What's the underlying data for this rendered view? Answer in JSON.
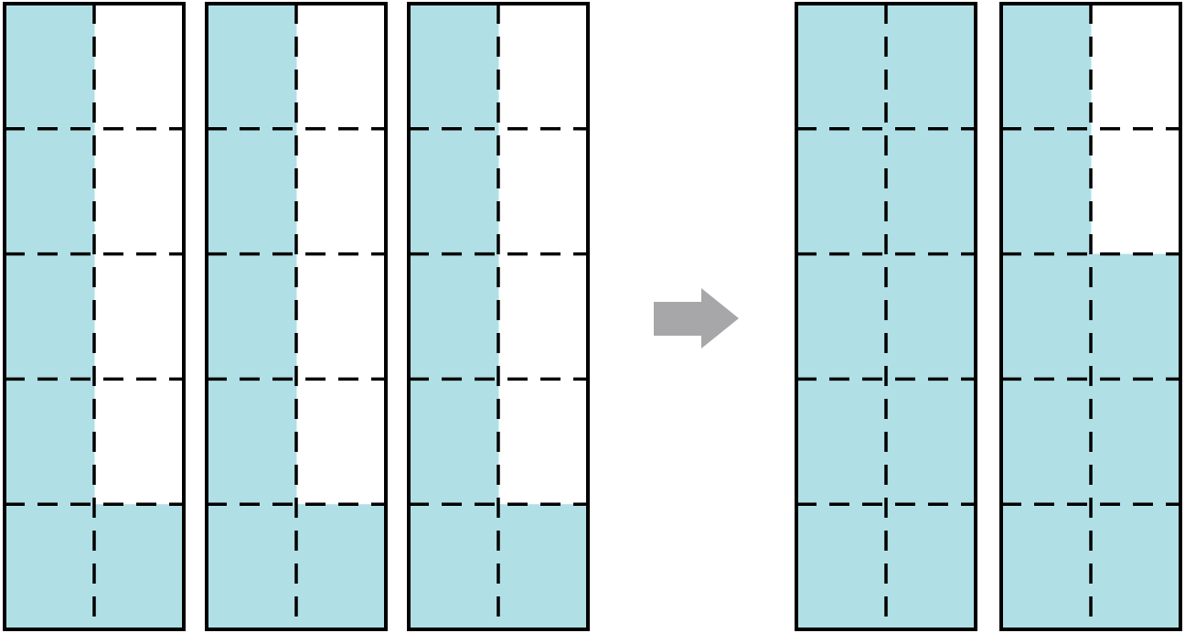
{
  "colors": {
    "fill": "#b0e0e6",
    "empty": "#ffffff",
    "stroke": "#000000",
    "arrow": "#a7a7a9"
  },
  "grid": {
    "cols": 2,
    "rows": 5
  },
  "arrow": {
    "icon": "right-arrow-icon"
  },
  "before": [
    {
      "filled_cells": [
        [
          0,
          0
        ],
        [
          1,
          0
        ],
        [
          2,
          0
        ],
        [
          3,
          0
        ],
        [
          4,
          0
        ],
        [
          4,
          1
        ]
      ]
    },
    {
      "filled_cells": [
        [
          0,
          0
        ],
        [
          1,
          0
        ],
        [
          2,
          0
        ],
        [
          3,
          0
        ],
        [
          4,
          0
        ],
        [
          4,
          1
        ]
      ]
    },
    {
      "filled_cells": [
        [
          0,
          0
        ],
        [
          1,
          0
        ],
        [
          2,
          0
        ],
        [
          3,
          0
        ],
        [
          4,
          0
        ],
        [
          4,
          1
        ]
      ]
    }
  ],
  "after": [
    {
      "filled_cells": [
        [
          0,
          0
        ],
        [
          0,
          1
        ],
        [
          1,
          0
        ],
        [
          1,
          1
        ],
        [
          2,
          0
        ],
        [
          2,
          1
        ],
        [
          3,
          0
        ],
        [
          3,
          1
        ],
        [
          4,
          0
        ],
        [
          4,
          1
        ]
      ]
    },
    {
      "filled_cells": [
        [
          0,
          0
        ],
        [
          1,
          0
        ],
        [
          2,
          0
        ],
        [
          2,
          1
        ],
        [
          3,
          0
        ],
        [
          3,
          1
        ],
        [
          4,
          0
        ],
        [
          4,
          1
        ]
      ]
    }
  ]
}
